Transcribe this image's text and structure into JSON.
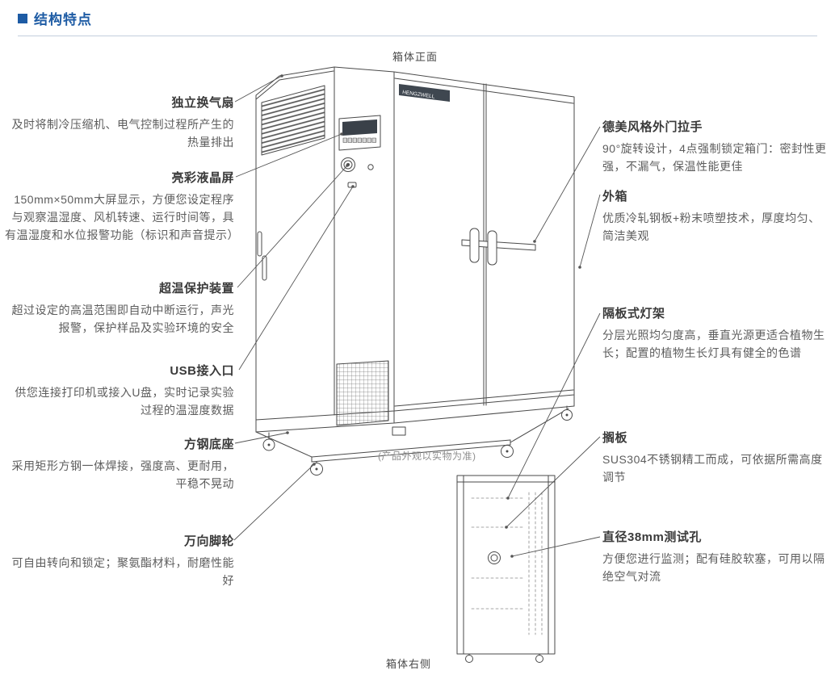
{
  "header": {
    "bullet": "■",
    "title": "结构特点"
  },
  "captions": {
    "front": "箱体正面",
    "side": "箱体右侧",
    "disclaimer": "(产品外观以实物为准)"
  },
  "device": {
    "logo": "HENGZWELL"
  },
  "colors": {
    "accent": "#1d5ba4",
    "heading": "#3a3a3a",
    "body": "#5d5d5d",
    "line": "#4a4a4a"
  },
  "callouts": {
    "left": [
      {
        "title": "独立换气扇",
        "body": "及时将制冷压缩机、电气控制过程所产生的热量排出"
      },
      {
        "title": "亮彩液晶屏",
        "body": "150mm×50mm大屏显示，方便您设定程序与观察温湿度、风机转速、运行时间等，具有温湿度和水位报警功能（标识和声音提示）"
      },
      {
        "title": "超温保护装置",
        "body": "超过设定的高温范围即自动中断运行，声光报警，保护样品及实验环境的安全"
      },
      {
        "title": "USB接入口",
        "body": "供您连接打印机或接入U盘，实时记录实验过程的温湿度数据"
      },
      {
        "title": "方钢底座",
        "body": "采用矩形方钢一体焊接，强度高、更耐用，平稳不晃动"
      },
      {
        "title": "万向脚轮",
        "body": "可自由转向和锁定；聚氨酯材料，耐磨性能好"
      }
    ],
    "right": [
      {
        "title": "德美风格外门拉手",
        "body": "90°旋转设计，4点强制锁定箱门：密封性更强，不漏气，保温性能更佳"
      },
      {
        "title": "外箱",
        "body": "优质冷轧钢板+粉末喷塑技术，厚度均匀、简洁美观"
      },
      {
        "title": "隔板式灯架",
        "body": "分层光照均匀度高，垂直光源更适合植物生长；配置的植物生长灯具有健全的色谱"
      },
      {
        "title": "搁板",
        "body": "SUS304不锈钢精工而成，可依据所需高度调节"
      },
      {
        "title": "直径38mm测试孔",
        "body": "方便您进行监测；配有硅胶软塞，可用以隔绝空气对流"
      }
    ]
  }
}
